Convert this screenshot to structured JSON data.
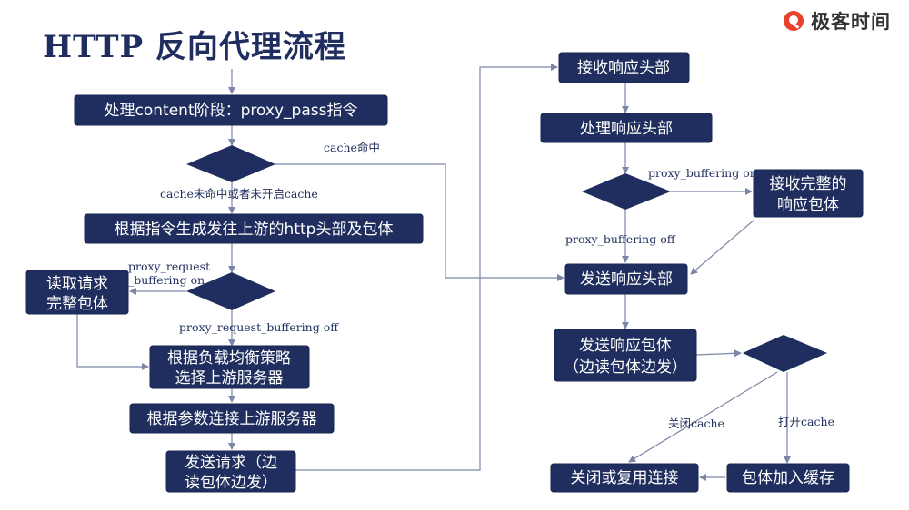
{
  "title": "HTTP 反向代理流程",
  "logo": {
    "text": "极客时间",
    "icon": "geektime-logo-icon",
    "accent": "#e8412c"
  },
  "colors": {
    "box": "#1f2e5e",
    "line": "#7d86a6",
    "label": "#1f2e5e"
  },
  "nodes": {
    "content_phase": "处理content阶段：proxy_pass指令",
    "gen_header": "根据指令生成发往上游的http头部及包体",
    "read_body": [
      "读取请求",
      "完整包体"
    ],
    "choose_upstream": [
      "根据负载均衡策略",
      "选择上游服务器"
    ],
    "connect_upstream": "根据参数连接上游服务器",
    "send_request": [
      "发送请求（边",
      "读包体边发）"
    ],
    "recv_header": "接收响应头部",
    "process_header": "处理响应头部",
    "recv_full_body": [
      "接收完整的",
      "响应包体"
    ],
    "send_header": "发送响应头部",
    "send_body": [
      "发送响应包体",
      "（边读包体边发）"
    ],
    "close_reuse": "关闭或复用连接",
    "add_cache": "包体加入缓存"
  },
  "edge_labels": {
    "cache_hit": "cache命中",
    "cache_miss": "cache未命中或者未开启cache",
    "req_buf_on": [
      "proxy_request",
      "_buffering on"
    ],
    "req_buf_off": "proxy_request_buffering off",
    "buf_on": "proxy_buffering on",
    "buf_off": "proxy_buffering off",
    "cache_off": "关闭cache",
    "cache_on": "打开cache"
  }
}
